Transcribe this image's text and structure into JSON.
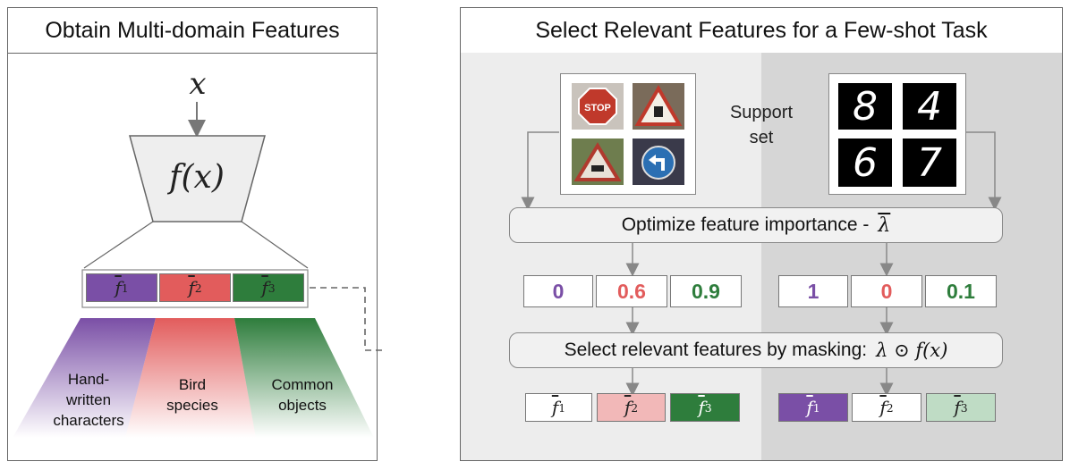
{
  "left_panel": {
    "title": "Obtain Multi-domain Features",
    "input_symbol": "x",
    "encoder_label": "f(x)",
    "features": [
      {
        "symbol": "f",
        "index": "1",
        "color": "#7a4fa6"
      },
      {
        "symbol": "f",
        "index": "2",
        "color": "#e25c5c"
      },
      {
        "symbol": "f",
        "index": "3",
        "color": "#2e7d3c"
      }
    ],
    "domains": [
      {
        "label_line1": "Hand-",
        "label_line2": "written",
        "label_line3": "characters",
        "color": "#7a4fa6"
      },
      {
        "label_line1": "Bird",
        "label_line2": "species",
        "color": "#e25c5c"
      },
      {
        "label_line1": "Common",
        "label_line2": "objects",
        "color": "#2e7d3c"
      }
    ]
  },
  "right_panel": {
    "title": "Select Relevant Features for a Few-shot Task",
    "support_label_line1": "Support",
    "support_label_line2": "set",
    "optimize_label": "Optimize feature importance  -",
    "optimize_symbol": "λ",
    "select_label": "Select relevant features by masking:",
    "select_math": "λ ⊙ f(x)",
    "left_task_weights": [
      "0",
      "0.6",
      "0.9"
    ],
    "right_task_weights": [
      "1",
      "0",
      "0.1"
    ],
    "weight_colors": [
      "#7a4fa6",
      "#e25c5c",
      "#2e7d3c"
    ],
    "left_task_output": [
      {
        "symbol": "f",
        "index": "1",
        "bg": "#ffffff",
        "fg": "#222222"
      },
      {
        "symbol": "f",
        "index": "2",
        "bg": "#f2b8b8",
        "fg": "#222222"
      },
      {
        "symbol": "f",
        "index": "3",
        "bg": "#2e7d3c",
        "fg": "#ffffff"
      }
    ],
    "right_task_output": [
      {
        "symbol": "f",
        "index": "1",
        "bg": "#7a4fa6",
        "fg": "#ffffff"
      },
      {
        "symbol": "f",
        "index": "2",
        "bg": "#ffffff",
        "fg": "#222222"
      },
      {
        "symbol": "f",
        "index": "3",
        "bg": "#bfdcc5",
        "fg": "#222222"
      }
    ],
    "digit_images": [
      "8",
      "4",
      "6",
      "7"
    ]
  }
}
